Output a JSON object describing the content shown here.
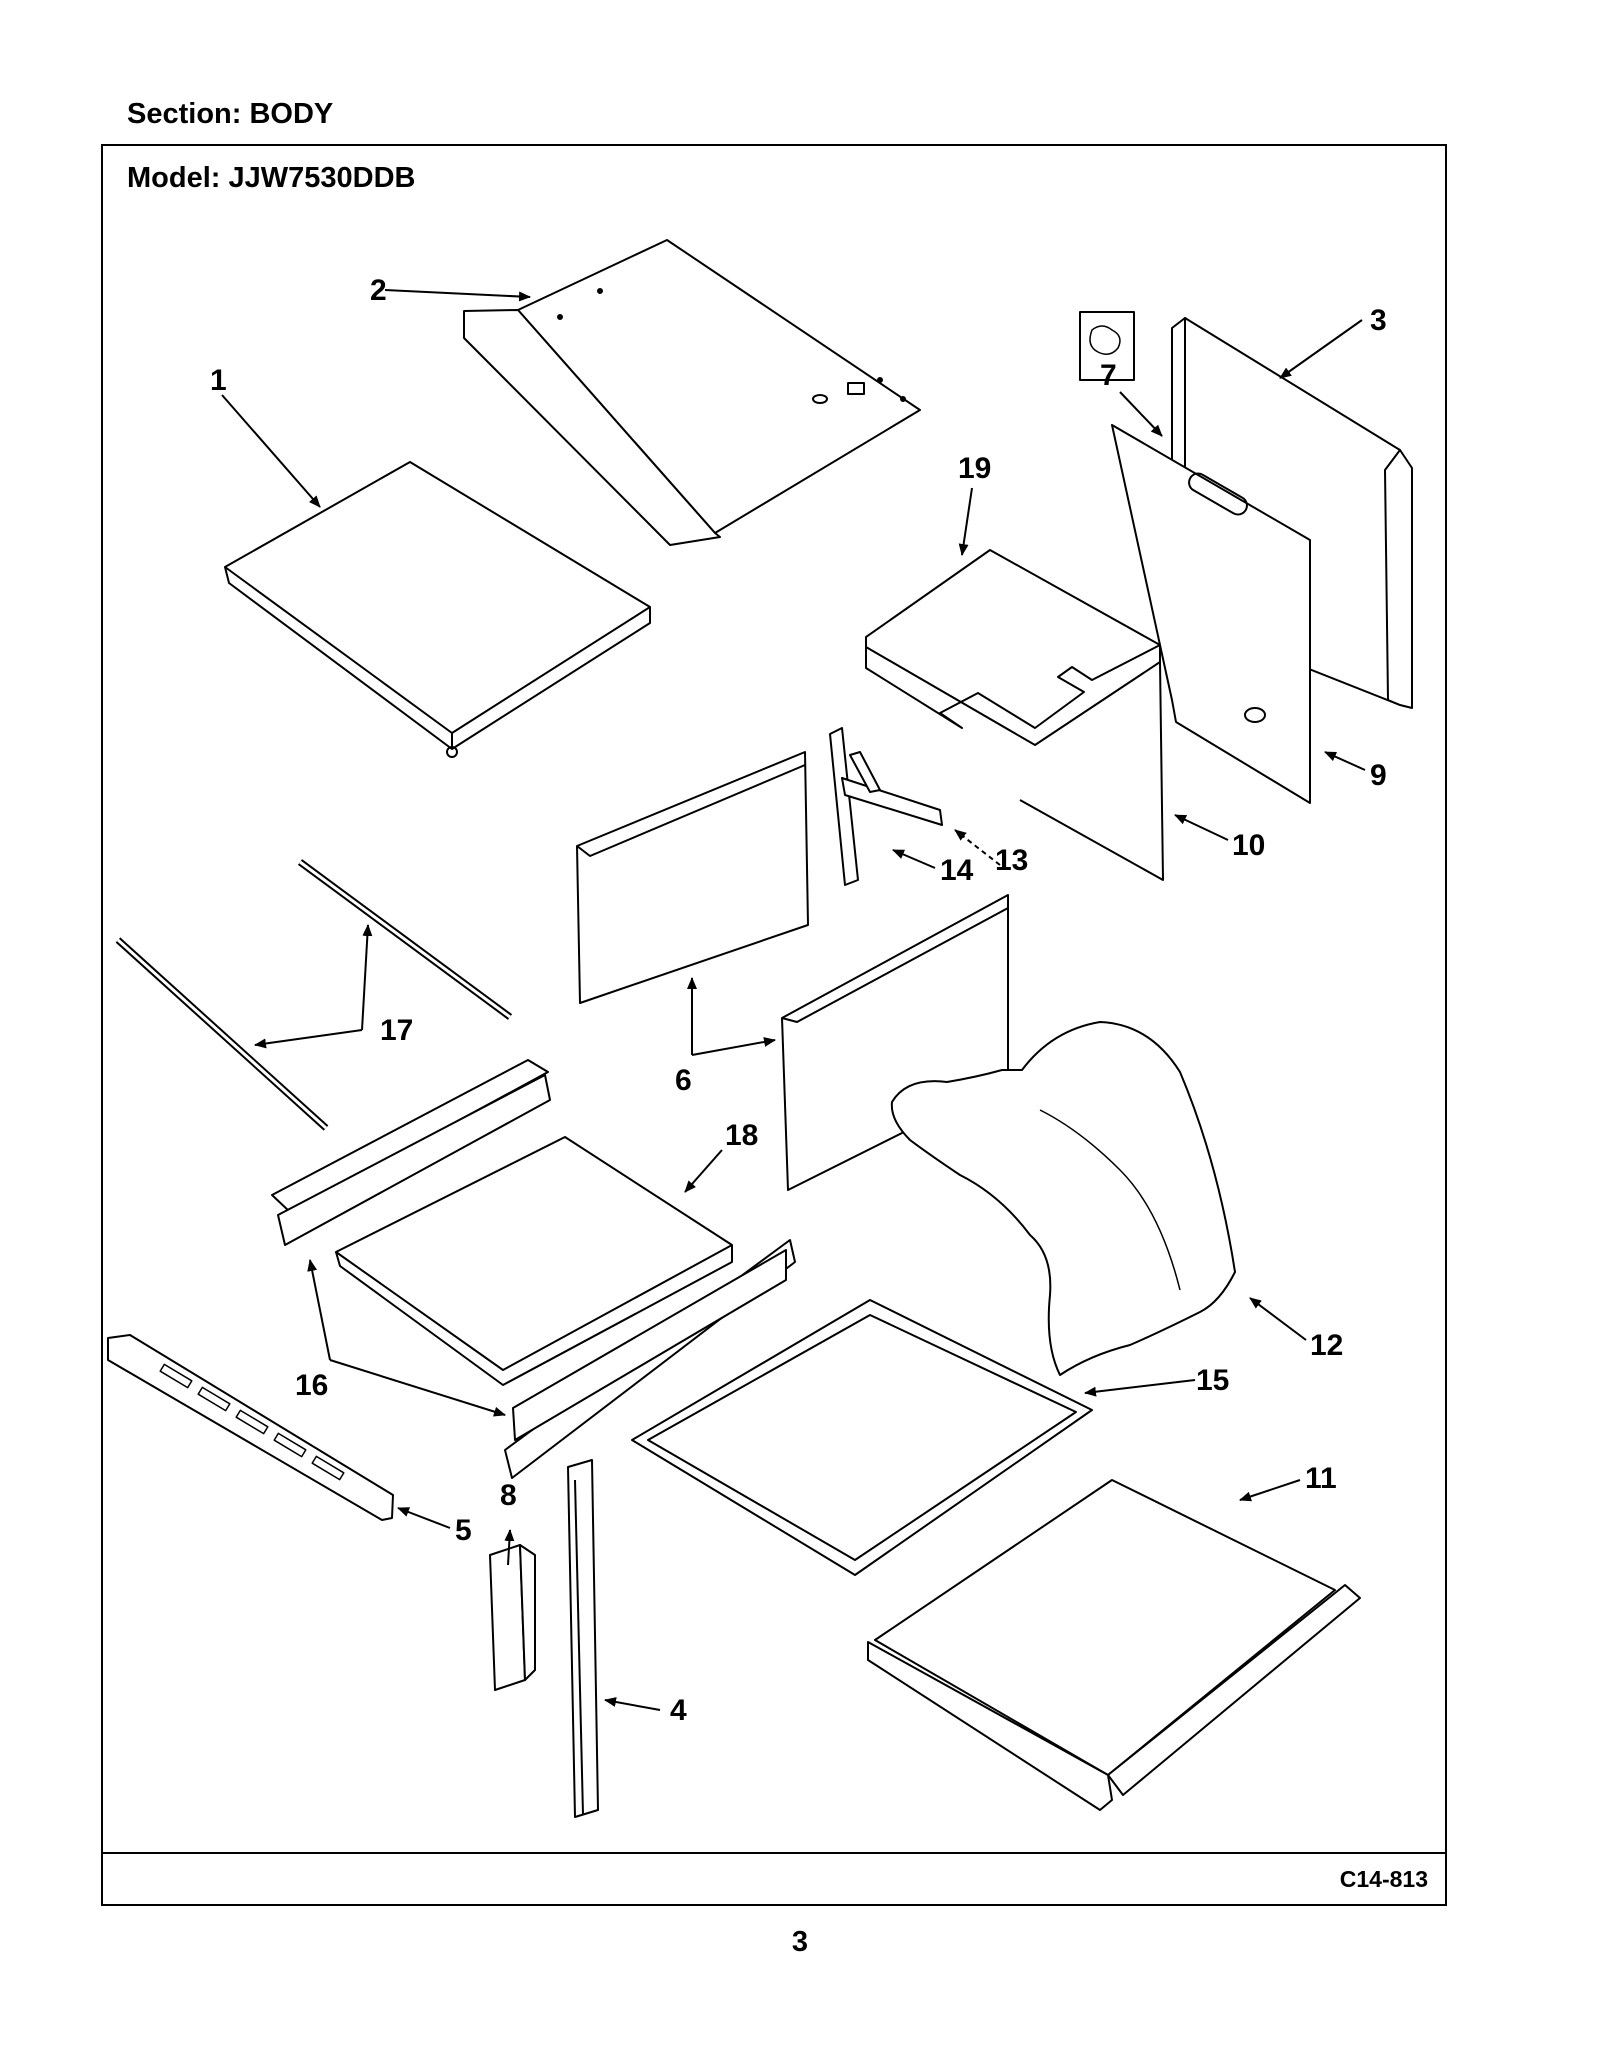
{
  "section": "Section:  BODY",
  "model": "Model:  JJW7530DDB",
  "diagram_code": "C14-813",
  "page_number": "3",
  "callouts": [
    "1",
    "2",
    "3",
    "4",
    "5",
    "6",
    "7",
    "8",
    "9",
    "10",
    "11",
    "12",
    "13",
    "14",
    "15",
    "16",
    "17",
    "18",
    "19"
  ]
}
